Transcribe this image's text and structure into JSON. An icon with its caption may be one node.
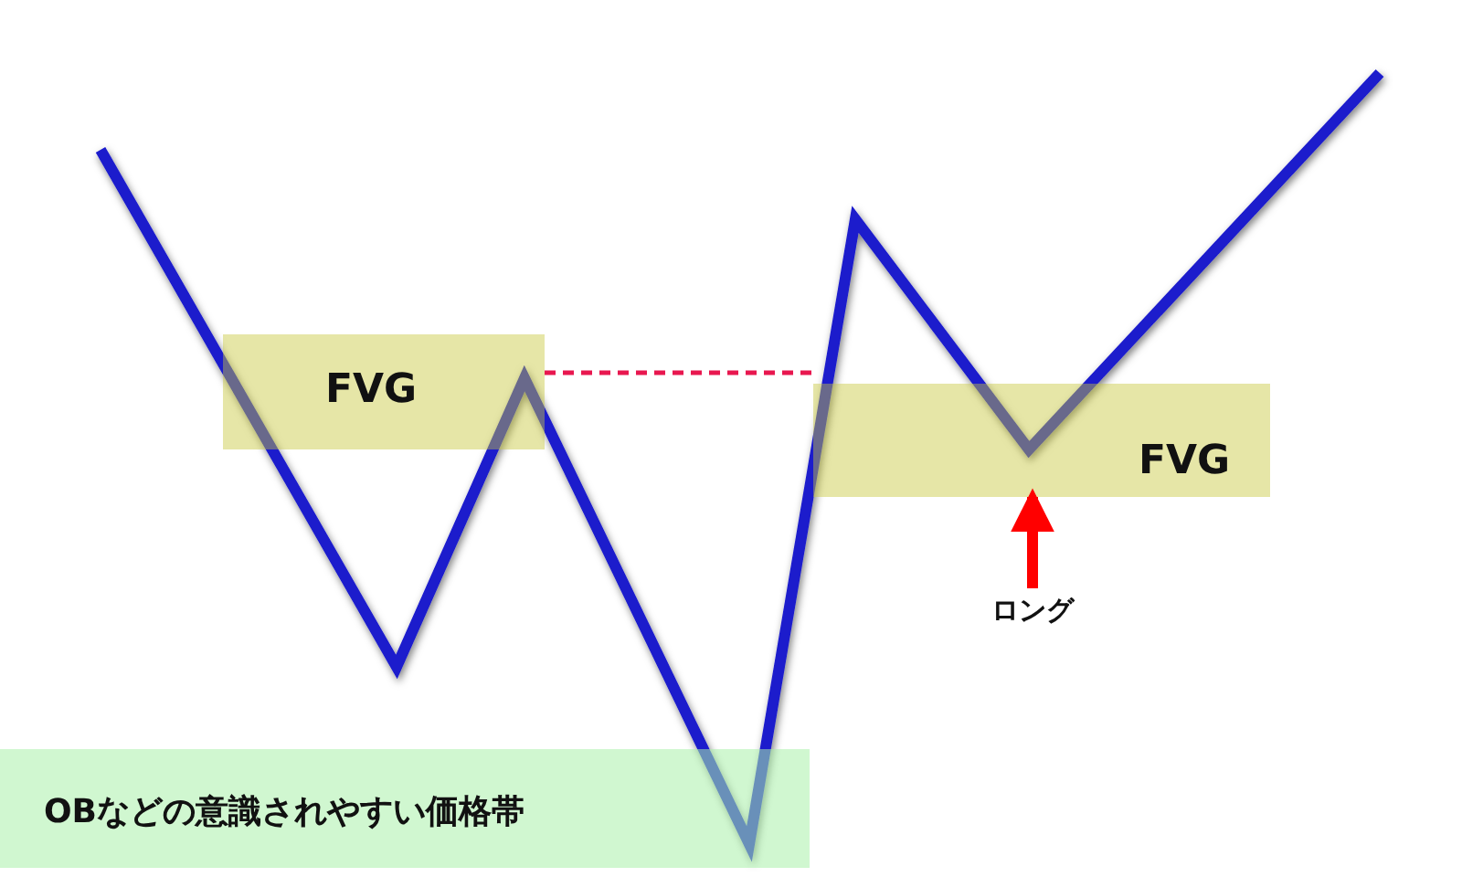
{
  "diagram": {
    "nodes": [
      {
        "text": [
          "FVG"
        ]
      },
      {
        "text": [
          "FVG"
        ]
      },
      {
        "text": [
          "OBなどの意識されやすい価格帯"
        ]
      },
      {
        "text": [
          "ロング"
        ]
      }
    ],
    "edges": [
      {
        "from": 0,
        "to": 1,
        "arrow": "none",
        "style": "dashed",
        "color": "#e8174f"
      },
      {
        "from": 3,
        "to": 1,
        "arrow": "to",
        "style": "thick",
        "color": "#ff0000"
      }
    ]
  }
}
